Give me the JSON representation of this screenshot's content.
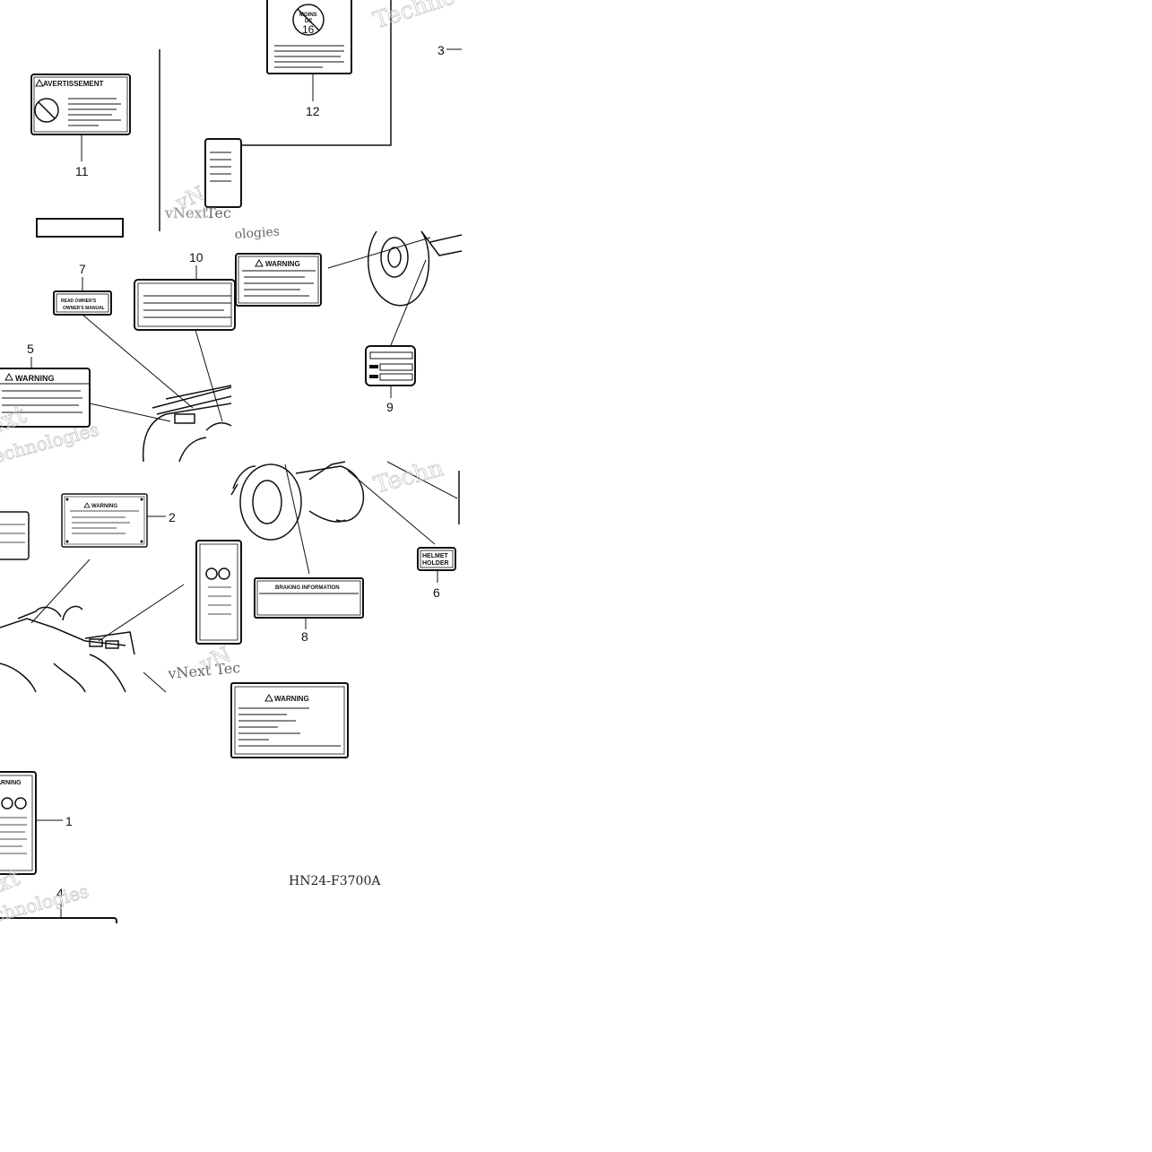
{
  "diagram": {
    "reference_code": "HN24-F3700A",
    "watermark": [
      "vNext",
      "Technologies"
    ],
    "callouts": [
      "1",
      "2",
      "3",
      "4",
      "5",
      "6",
      "7",
      "8",
      "9",
      "10",
      "11",
      "12"
    ],
    "labels": {
      "avertissement": "AVERTISSEMENT",
      "warning": "WARNING",
      "moins": "MOINS",
      "de": "DE",
      "age": "16",
      "braking": "BRAKING INFORMATION",
      "helmet1": "HELMET",
      "helmet2": "HOLDER",
      "owners1": "READ OWNER'S",
      "owners2": "OWNER'S MANUAL"
    }
  }
}
